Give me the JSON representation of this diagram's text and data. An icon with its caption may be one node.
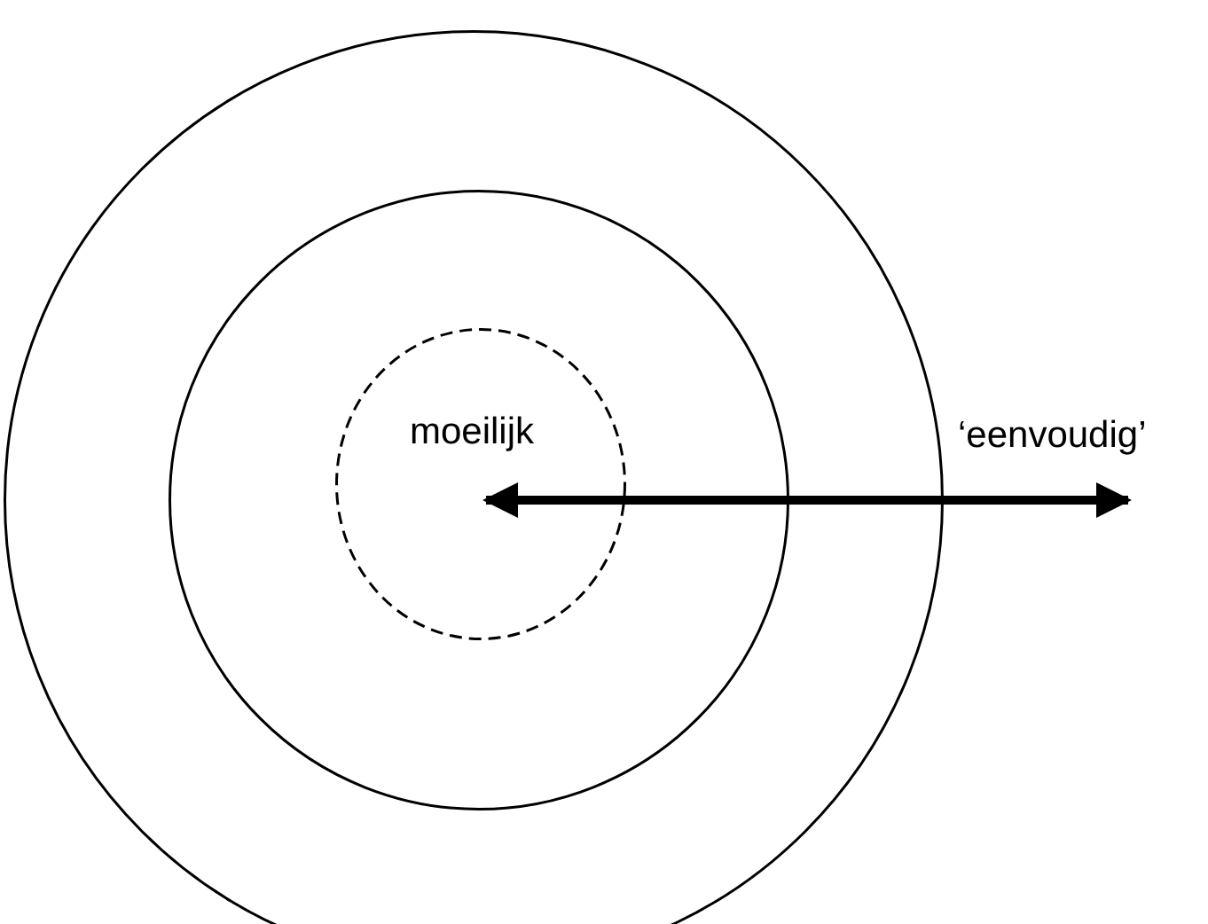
{
  "diagram": {
    "nodes": [
      {
        "text": [],
        "shape": "circle"
      },
      {
        "text": [],
        "shape": "circle",
        "in": 0
      },
      {
        "text": [
          "moeilijk"
        ],
        "in": 1
      }
    ],
    "labels": [
      "‘eenvoudig’"
    ]
  }
}
